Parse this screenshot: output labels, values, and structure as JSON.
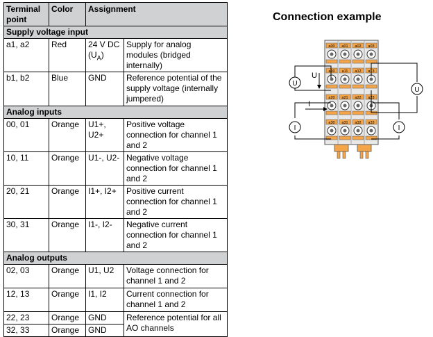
{
  "table": {
    "headers": [
      "Terminal point",
      "Color",
      "Assignment"
    ],
    "sections": [
      {
        "title": "Supply voltage input",
        "rows": [
          {
            "terminal": "a1, a2",
            "color": "Red",
            "signal": "24 V DC (U",
            "signal_sub": "A",
            "signal_tail": ")",
            "desc": "Supply for analog modules (bridged internally)"
          },
          {
            "terminal": "b1, b2",
            "color": "Blue",
            "signal": "GND",
            "desc": "Reference potential of the supply voltage (internally jumpered)"
          }
        ]
      },
      {
        "title": "Analog inputs",
        "rows": [
          {
            "terminal": "00, 01",
            "color": "Orange",
            "signal": "U1+, U2+",
            "desc": "Positive voltage connection for channel 1 and 2"
          },
          {
            "terminal": "10, 11",
            "color": "Orange",
            "signal": "U1-, U2-",
            "desc": "Negative voltage connection for channel 1 and 2"
          },
          {
            "terminal": "20, 21",
            "color": "Orange",
            "signal": "I1+, I2+",
            "desc": "Positive current connection for channel 1 and 2"
          },
          {
            "terminal": "30, 31",
            "color": "Orange",
            "signal": "I1-, I2-",
            "desc": "Negative current connection for channel 1 and 2"
          }
        ]
      },
      {
        "title": "Analog outputs",
        "rows": [
          {
            "terminal": "02, 03",
            "color": "Orange",
            "signal": "U1, U2",
            "desc": "Voltage connection for channel 1 and 2"
          },
          {
            "terminal": "12, 13",
            "color": "Orange",
            "signal": "I1, I2",
            "desc": "Current connection for channel 1 and 2"
          },
          {
            "terminal": "22, 23",
            "color": "Orange",
            "signal": "GND",
            "desc": "Reference potential for all AO channels"
          },
          {
            "terminal": "32, 33",
            "color": "Orange",
            "signal": "GND",
            "desc": ""
          }
        ]
      }
    ]
  },
  "example": {
    "title": "Connection example",
    "terminal_labels": [
      [
        "a00",
        "a01",
        "a02",
        "a03"
      ],
      [
        "a10",
        "a11",
        "a12",
        "a13"
      ],
      [
        "a20",
        "a21",
        "a22",
        "a23"
      ],
      [
        "a30",
        "a31",
        "a32",
        "a33"
      ]
    ],
    "symbol_u": "U",
    "symbol_i": "I",
    "arrow_u": "U",
    "arrow_i": "I"
  }
}
